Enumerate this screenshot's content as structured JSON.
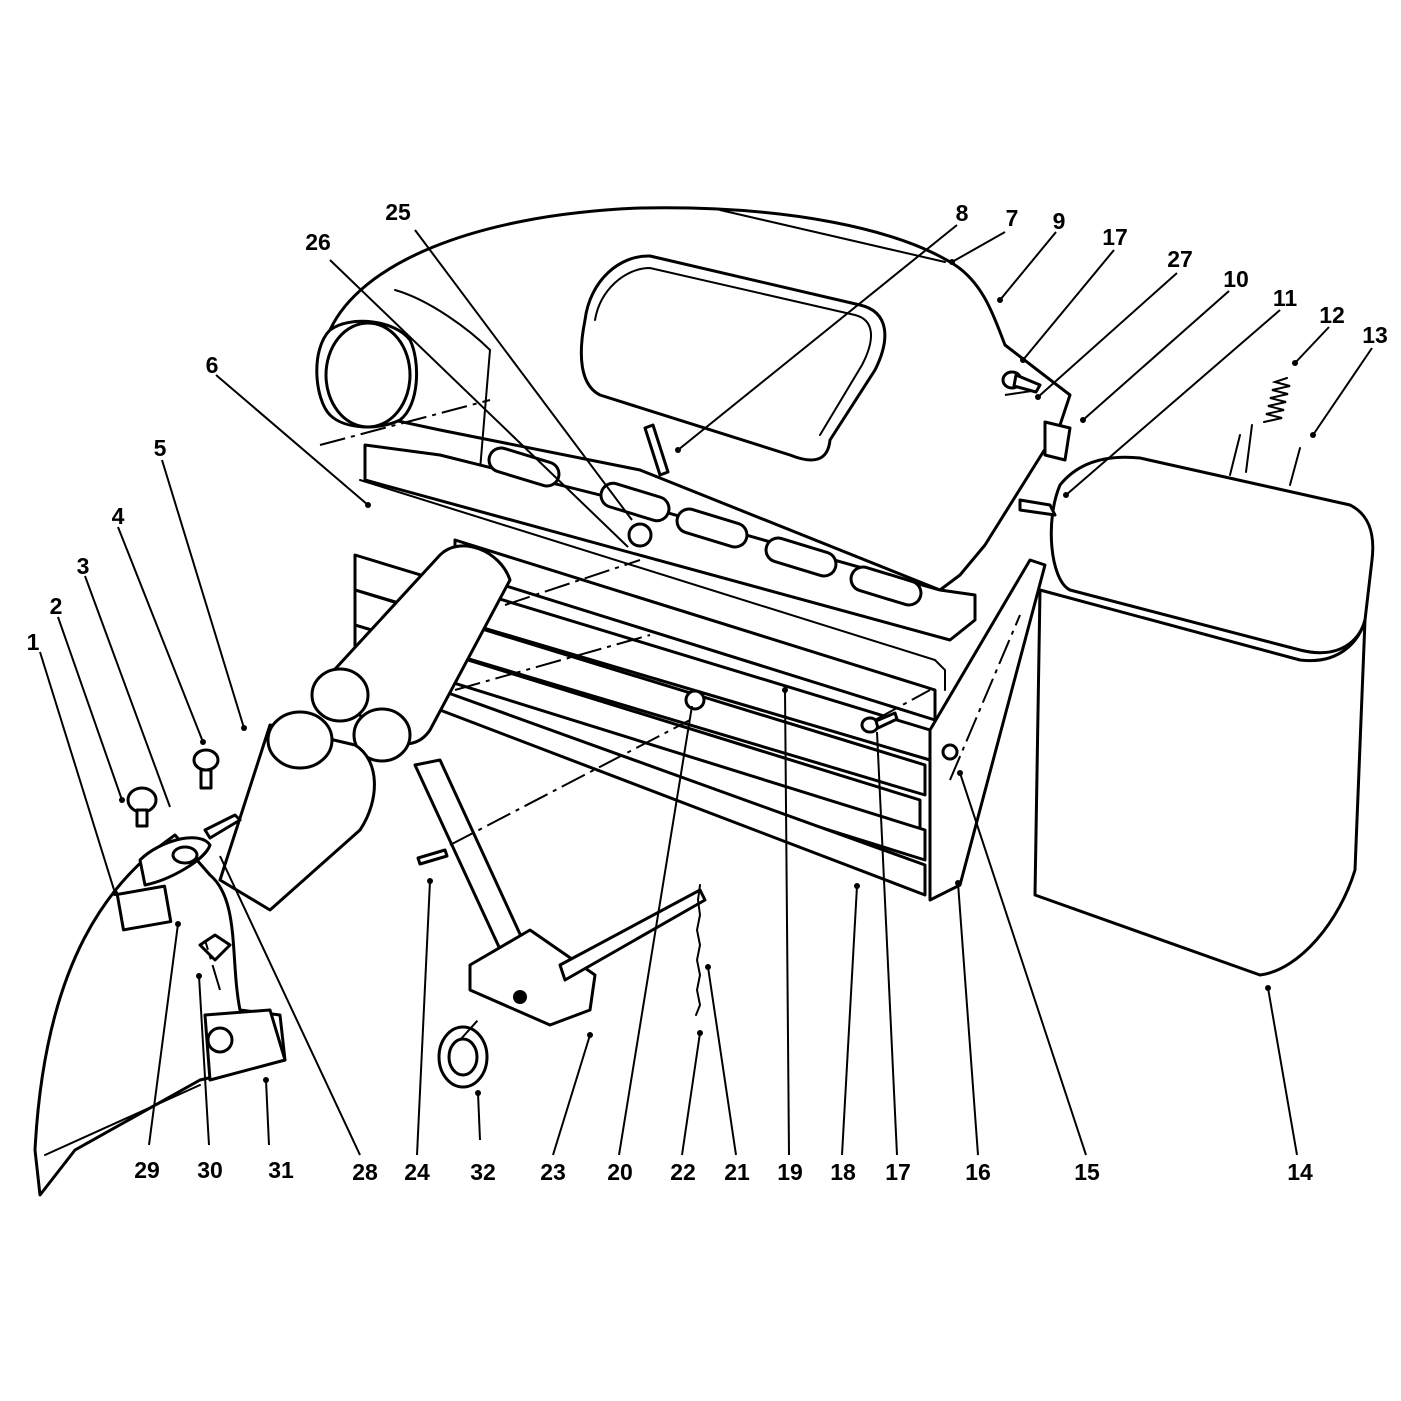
{
  "diagram": {
    "type": "exploded-parts-view",
    "callouts": [
      {
        "id": "c1",
        "text": "1"
      },
      {
        "id": "c2",
        "text": "2"
      },
      {
        "id": "c3",
        "text": "3"
      },
      {
        "id": "c4",
        "text": "4"
      },
      {
        "id": "c5",
        "text": "5"
      },
      {
        "id": "c6",
        "text": "6"
      },
      {
        "id": "c7",
        "text": "7"
      },
      {
        "id": "c8",
        "text": "8"
      },
      {
        "id": "c9",
        "text": "9"
      },
      {
        "id": "c10",
        "text": "10"
      },
      {
        "id": "c11",
        "text": "11"
      },
      {
        "id": "c12",
        "text": "12"
      },
      {
        "id": "c13",
        "text": "13"
      },
      {
        "id": "c14",
        "text": "14"
      },
      {
        "id": "c15",
        "text": "15"
      },
      {
        "id": "c16",
        "text": "16"
      },
      {
        "id": "c17a",
        "text": "17"
      },
      {
        "id": "c17b",
        "text": "17"
      },
      {
        "id": "c18",
        "text": "18"
      },
      {
        "id": "c19",
        "text": "19"
      },
      {
        "id": "c20",
        "text": "20"
      },
      {
        "id": "c21",
        "text": "21"
      },
      {
        "id": "c22",
        "text": "22"
      },
      {
        "id": "c23",
        "text": "23"
      },
      {
        "id": "c24",
        "text": "24"
      },
      {
        "id": "c25",
        "text": "25"
      },
      {
        "id": "c26",
        "text": "26"
      },
      {
        "id": "c27",
        "text": "27"
      },
      {
        "id": "c28",
        "text": "28"
      },
      {
        "id": "c29",
        "text": "29"
      },
      {
        "id": "c30",
        "text": "30"
      },
      {
        "id": "c31",
        "text": "31"
      },
      {
        "id": "c32",
        "text": "32"
      }
    ]
  }
}
